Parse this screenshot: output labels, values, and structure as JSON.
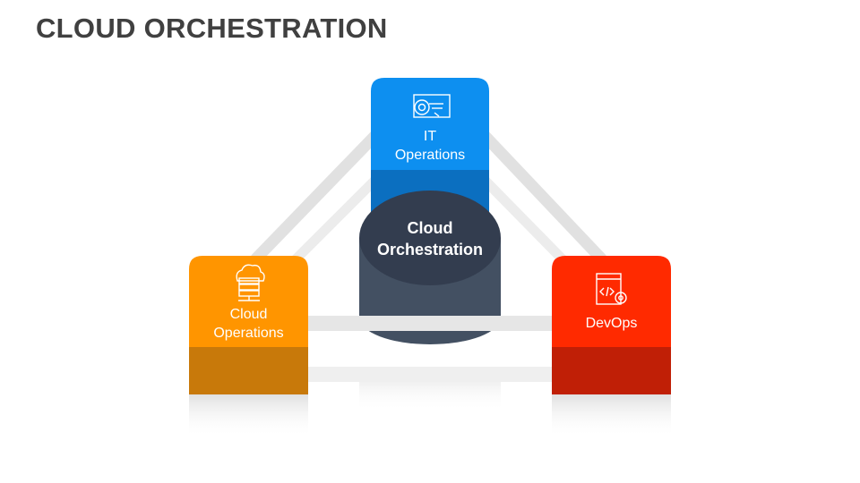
{
  "title": "CLOUD ORCHESTRATION",
  "center": {
    "label": "Cloud\nOrchestration",
    "top_color": "#333d4f",
    "body_color": "#435062"
  },
  "nodes": [
    {
      "id": "it-operations",
      "label": "IT\nOperations",
      "icon": "gear-monitor-icon",
      "color": "#0d8ff0",
      "dark": "#0b6fc0"
    },
    {
      "id": "cloud-operations",
      "label": "Cloud\nOperations",
      "icon": "cloud-server-icon",
      "color": "#ff9500",
      "dark": "#c8790a"
    },
    {
      "id": "devops",
      "label": "DevOps",
      "icon": "code-gear-icon",
      "color": "#ff2a00",
      "dark": "#c01f06"
    }
  ]
}
